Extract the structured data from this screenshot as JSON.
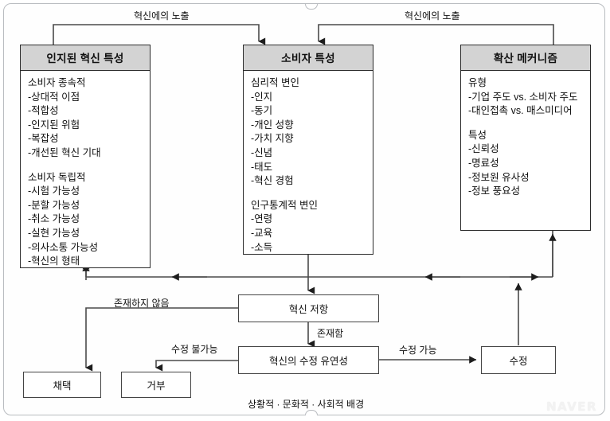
{
  "diagram": {
    "footnote": "상황적 · 문화적 · 사회적 배경",
    "watermark": "NAVER"
  },
  "panels": [
    {
      "id": "perceived-innovation-attributes",
      "title": "인지된 혁신 특성",
      "groups": [
        {
          "heading": "소비자 종속적",
          "items": [
            "-상대적 이점",
            "-적합성",
            "-인지된 위험",
            "-복잡성",
            "-개선된 혁신 기대"
          ]
        },
        {
          "heading": "소비자 독립적",
          "items": [
            "-시험 가능성",
            "-분할 가능성",
            "-취소 가능성",
            "-실현 가능성",
            "-의사소통 가능성",
            "-혁신의 형태"
          ]
        }
      ]
    },
    {
      "id": "consumer-characteristics",
      "title": "소비자 특성",
      "groups": [
        {
          "heading": "심리적 변인",
          "items": [
            "-인지",
            "-동기",
            "-개인 성향",
            "-가치 지향",
            "-신념",
            "-태도",
            "-혁신 경험"
          ]
        },
        {
          "heading": "인구통계적 변인",
          "items": [
            "-연령",
            "-교육",
            "-소득"
          ]
        }
      ]
    },
    {
      "id": "diffusion-mechanism",
      "title": "확산 메커니즘",
      "groups": [
        {
          "heading": "유형",
          "items": [
            "-기업 주도 vs. 소비자 주도",
            "-대인접촉 vs. 매스미디어"
          ]
        },
        {
          "heading": "특성",
          "items": [
            "-신뢰성",
            "-명료성",
            "-정보원 유사성",
            "-정보 풍요성"
          ]
        }
      ]
    }
  ],
  "flow_boxes": [
    {
      "id": "innovation-resistance",
      "label": "혁신 저항"
    },
    {
      "id": "modification-flexibility",
      "label": "혁신의 수정 유연성"
    },
    {
      "id": "modification",
      "label": "수정"
    },
    {
      "id": "adoption",
      "label": "채택"
    },
    {
      "id": "rejection",
      "label": "거부"
    }
  ],
  "edge_labels": [
    {
      "id": "exposure-left",
      "text": "혁신에의 노출"
    },
    {
      "id": "exposure-right",
      "text": "혁신에의 노출"
    },
    {
      "id": "not-present",
      "text": "존재하지 않음"
    },
    {
      "id": "present",
      "text": "존재함"
    },
    {
      "id": "not-modifiable",
      "text": "수정 불가능"
    },
    {
      "id": "modifiable",
      "text": "수정 가능"
    }
  ],
  "colors": {
    "panel_header": "#d3d3d3",
    "stroke": "#2b2b2b",
    "background": "#ffffff"
  }
}
